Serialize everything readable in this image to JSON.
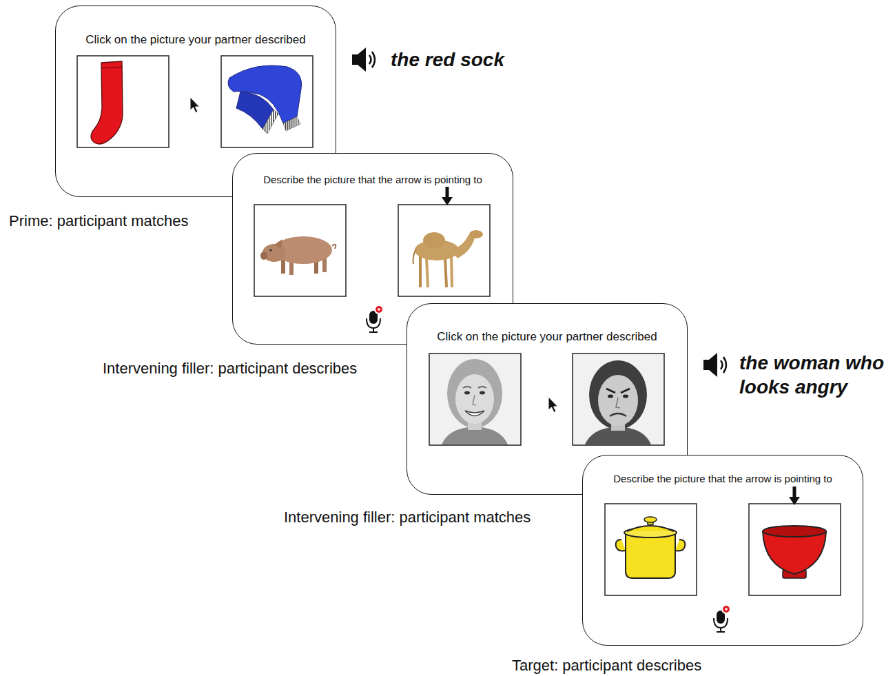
{
  "diagram": {
    "nodes": [
      {
        "text": [
          "Click on the picture your partner described",
          "Prime: participant matches"
        ]
      },
      {
        "text": [
          "Describe the picture that the arrow is pointing to",
          "Intervening filler: participant describes"
        ]
      },
      {
        "text": [
          "Click on the picture your partner described",
          "Intervening filler: participant matches"
        ]
      },
      {
        "text": [
          "Describe the picture that the arrow is pointing to",
          "Target: participant describes"
        ]
      }
    ],
    "labels": [
      "the red sock",
      "the woman who looks angry"
    ]
  }
}
